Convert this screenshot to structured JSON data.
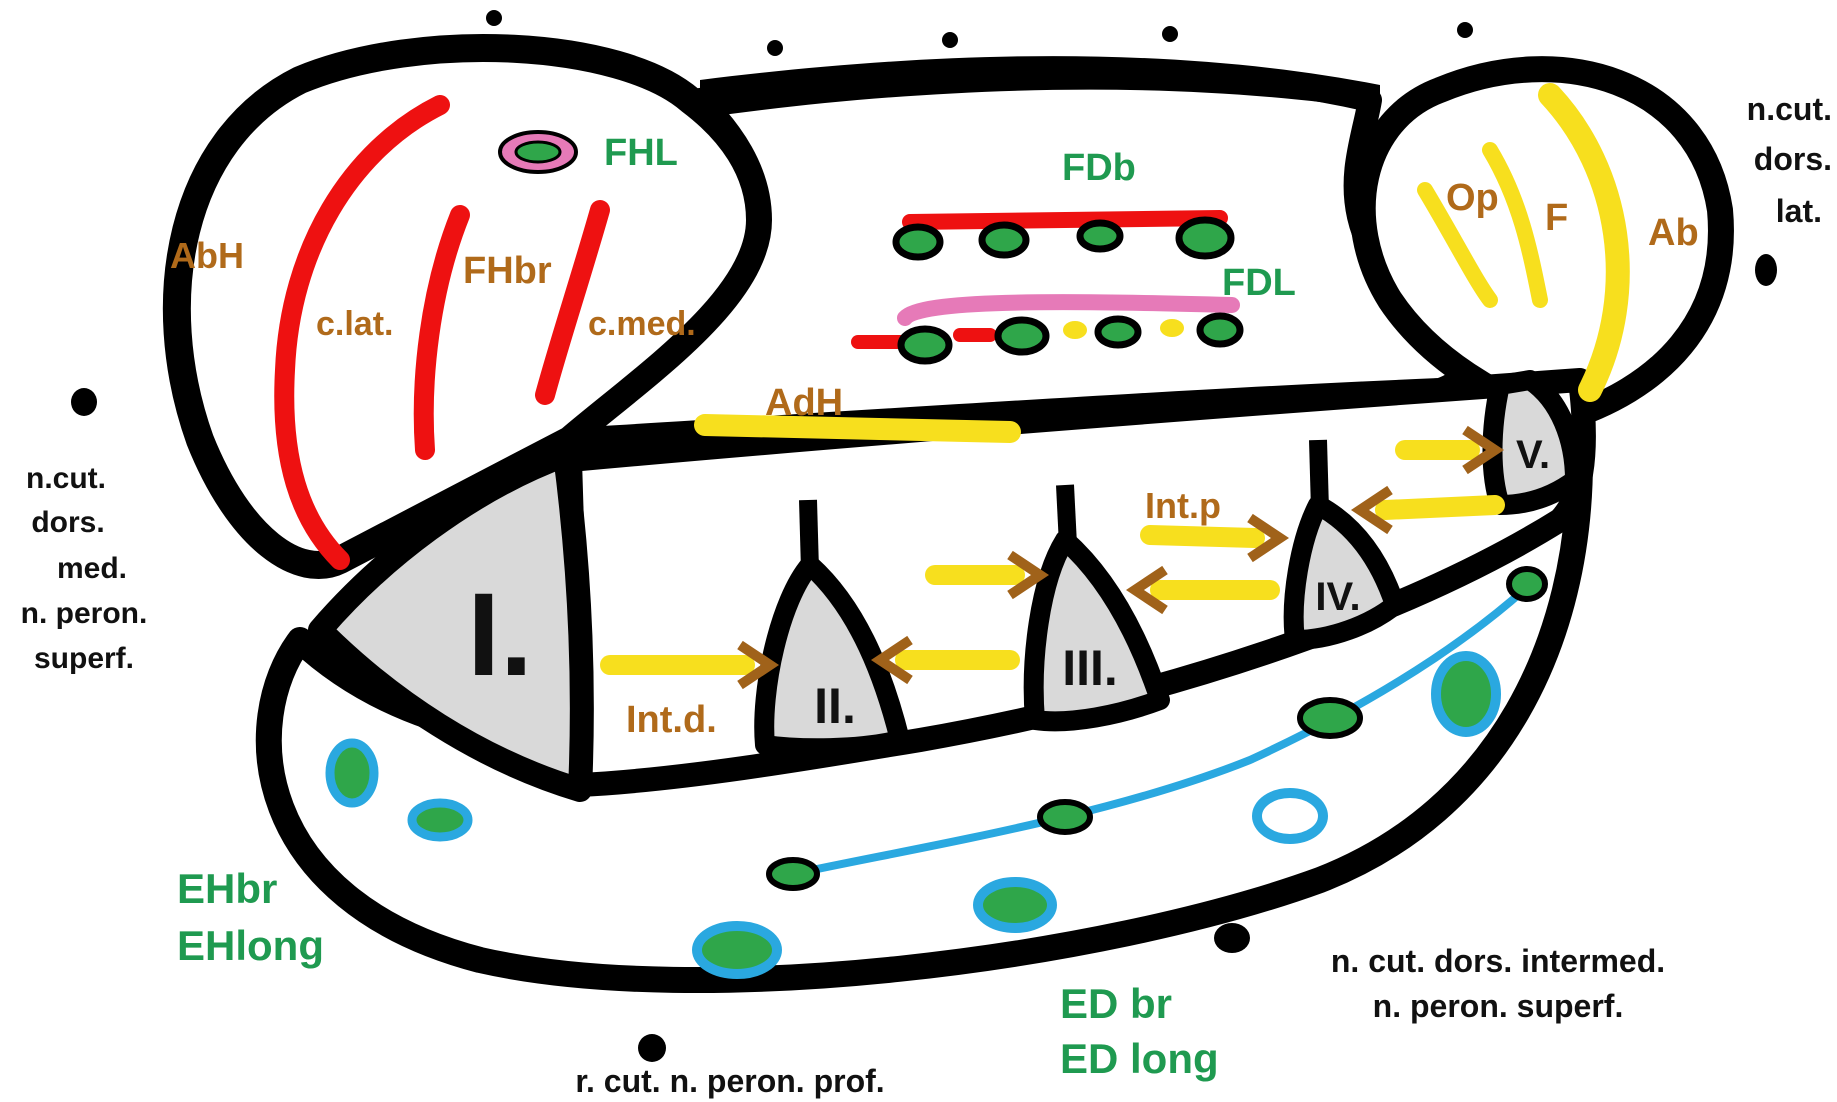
{
  "bones": {
    "b1": "I.",
    "b2": "II.",
    "b3": "III.",
    "b4": "IV.",
    "b5": "V."
  },
  "muscles_plantar": {
    "abh": "AbH",
    "clat": "c.lat.",
    "fhbr": "FHbr",
    "cmed": "c.med.",
    "fhl": "FHL",
    "fdb": "FDb",
    "fdl": "FDL",
    "adh": "AdH",
    "op": "Op",
    "f": "F",
    "ab": "Ab",
    "intp": "Int.p",
    "intd": "Int.d."
  },
  "muscles_dorsal": {
    "ehbr": "EHbr",
    "ehlong": "EHlong",
    "edbr": "ED br",
    "edlong": "ED long"
  },
  "nerves": {
    "lat_1": "n.cut.",
    "lat_2": "dors.",
    "lat_3": "lat.",
    "med_1": "n.cut.",
    "med_2": "dors.",
    "med_3": "med.",
    "med_4": "n. peron.",
    "med_5": "superf.",
    "intermed_1": "n. cut. dors. intermed.",
    "intermed_2": "n. peron. superf.",
    "prof": "r. cut. n. peron. prof."
  },
  "colors": {
    "outline": "#000000",
    "bone_fill": "#d9d9d9",
    "artery": "#ee1111",
    "sheath_pink": "#e67ab8",
    "tendon": "#2fa64a",
    "sheath_blue": "#2aa8e0",
    "muscle_yellow": "#f7df1e",
    "arrow_brown": "#a0621a",
    "label_brown": "#b06a1a",
    "label_green": "#1f9a50"
  }
}
